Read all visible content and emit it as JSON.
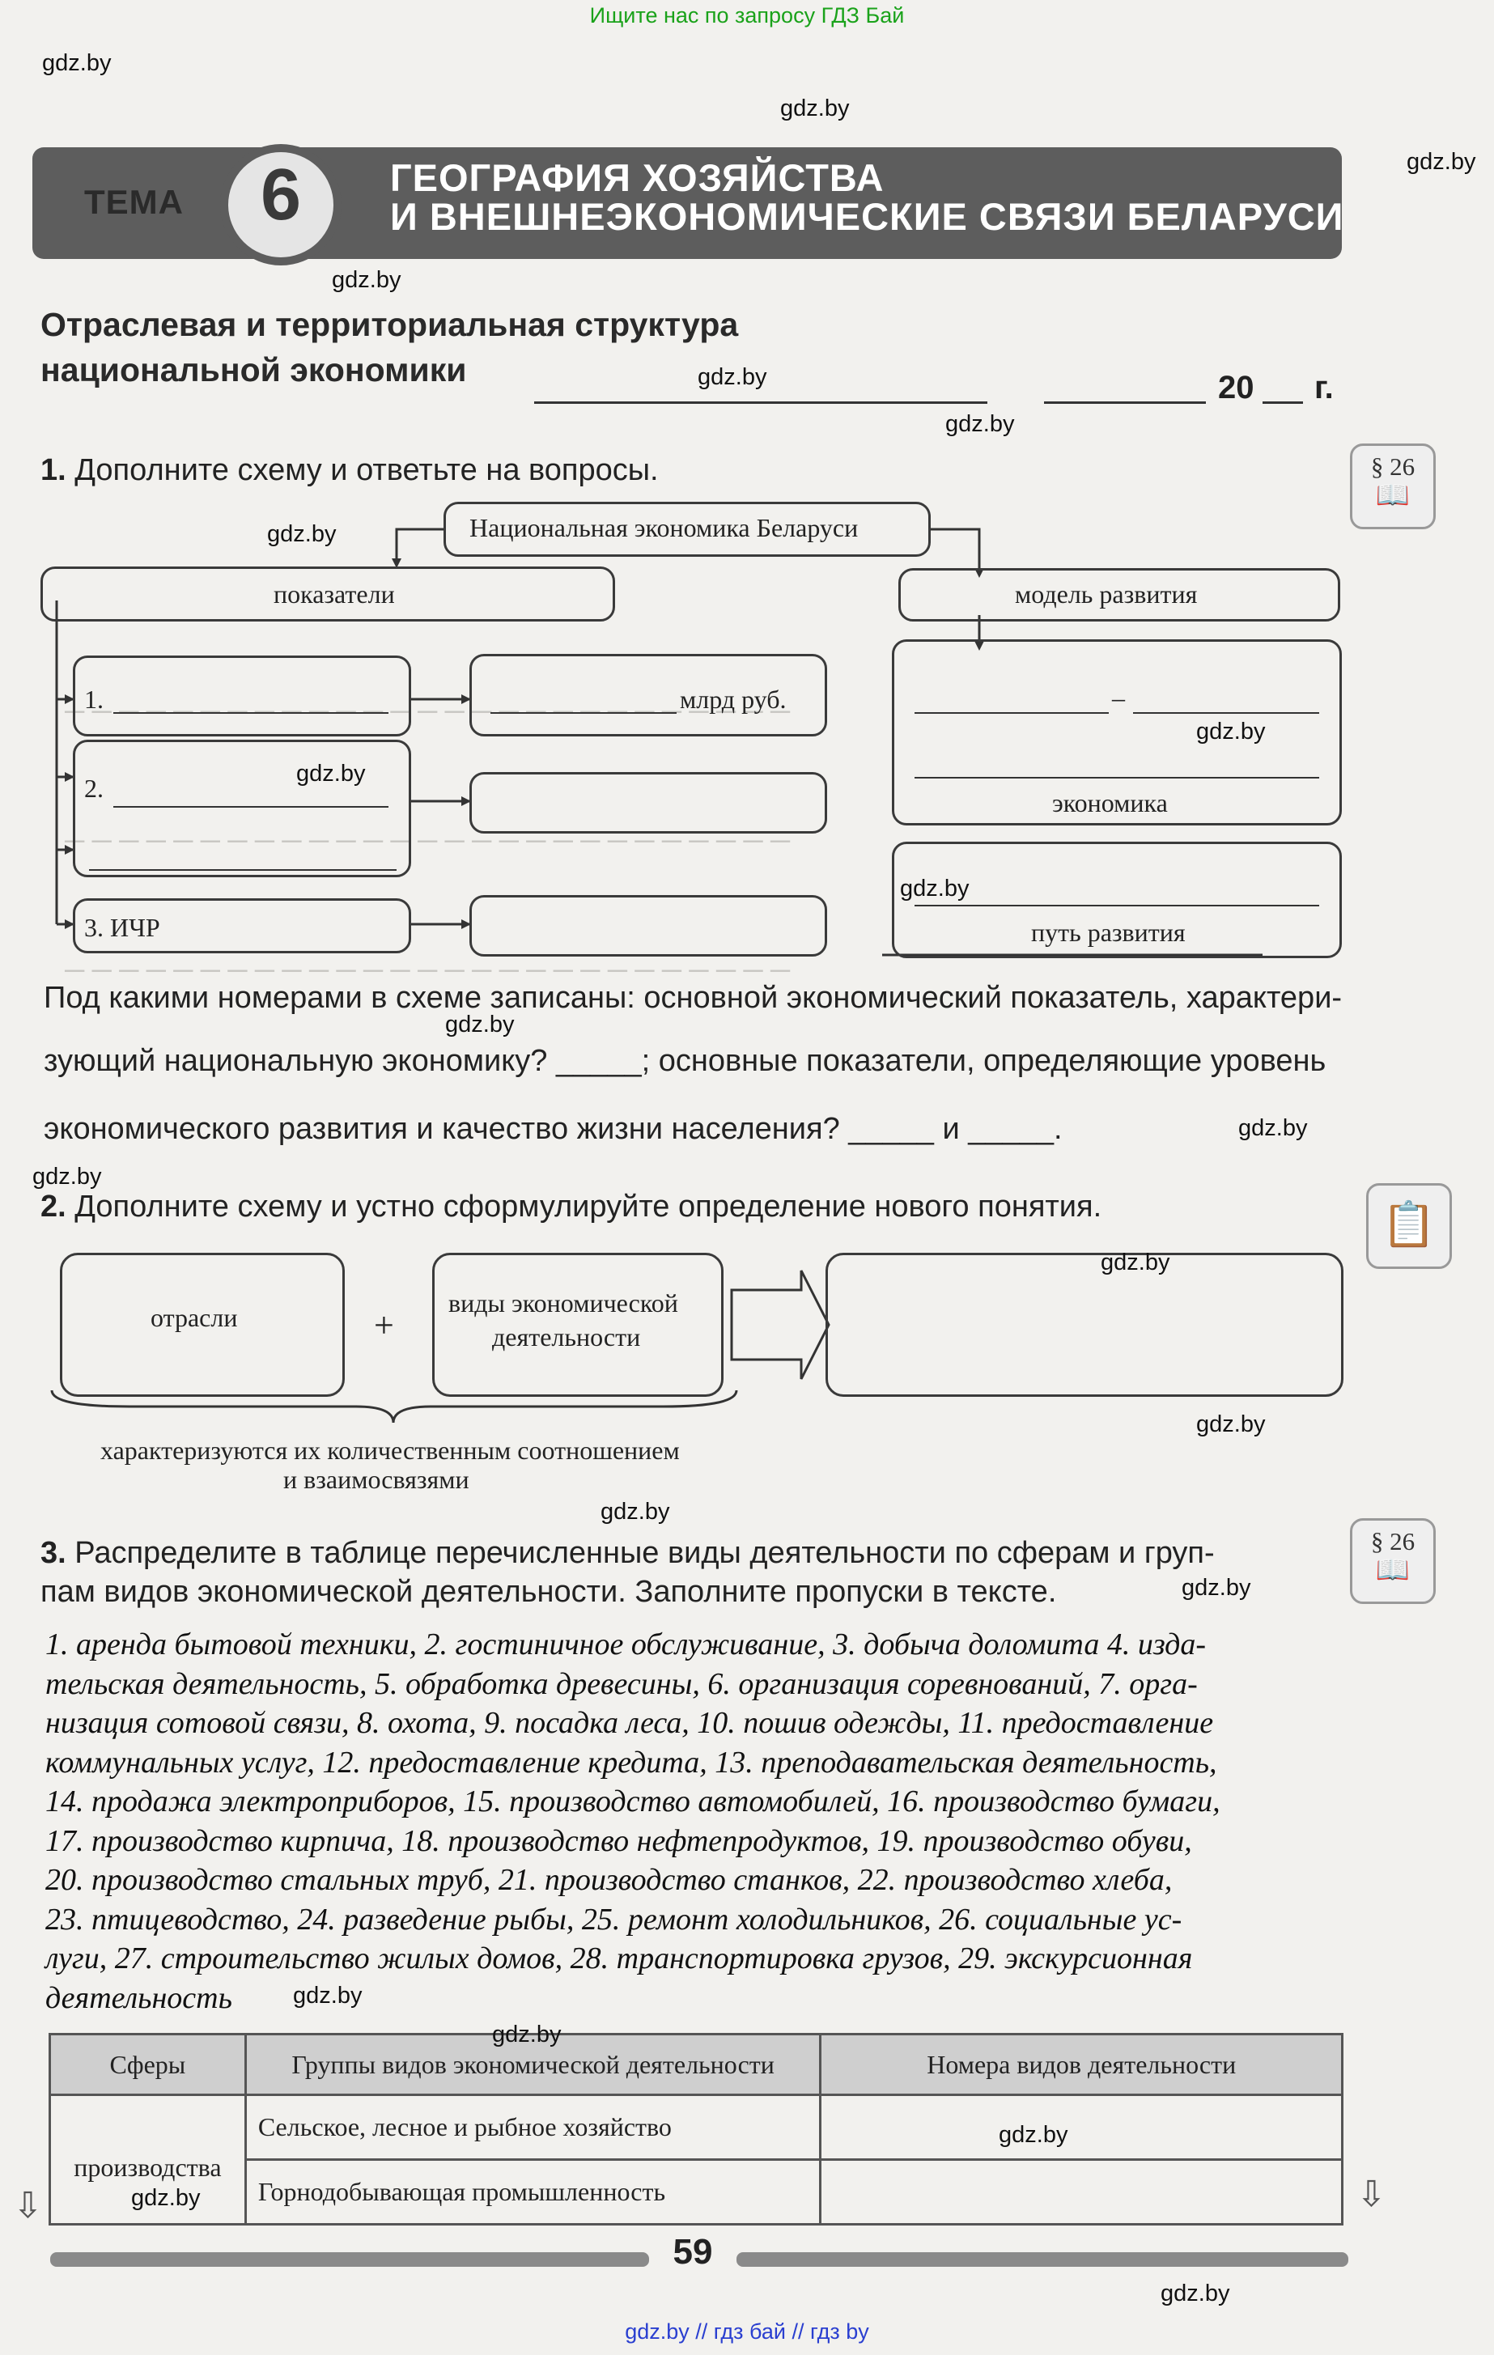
{
  "banners": {
    "top": "Ищите нас по запросу ГДЗ Бай",
    "bottom": "gdz.by  //  гдз бай  //  гдз by"
  },
  "watermark": "gdz.by",
  "header": {
    "tema_label": "ТЕМА",
    "tema_number": "6",
    "title_line1": "ГЕОГРАФИЯ ХОЗЯЙСТВА",
    "title_line2": "И ВНЕШНЕЭКОНОМИЧЕСКИЕ СВЯЗИ БЕЛАРУСИ"
  },
  "section": {
    "title_line1": "Отраслевая и территориальная структура",
    "title_line2": "национальной экономики",
    "date_prefix": "20",
    "date_suffix": "г."
  },
  "side_tags": {
    "paragraph_ref": "§ 26"
  },
  "task1": {
    "number": "1.",
    "text": "Дополните схему и ответьте на вопросы.",
    "scheme": {
      "root": "Национальная экономика Беларуси",
      "left_head": "показатели",
      "right_head": "модель развития",
      "item1_num": "1.",
      "item1_unit": "млрд руб.",
      "item2_num": "2.",
      "item3": "3. ИЧР",
      "right_box2": "экономика",
      "right_box3": "путь развития",
      "dash": "–"
    },
    "question_lines": [
      "Под какими номерами в схеме записаны: основной экономический показатель, характери-",
      "зующий национальную экономику? _____; основные показатели, определяющие уровень",
      "экономического развития и качество жизни населения? _____ и _____."
    ]
  },
  "task2": {
    "number": "2.",
    "text": "Дополните схему и устно сформулируйте определение нового понятия.",
    "box1": "отрасли",
    "plus": "+",
    "box2_line1": "виды экономической",
    "box2_line2": "деятельности",
    "brace_line1": "характеризуются их количественным соотношением",
    "brace_line2": "и взаимосвязями"
  },
  "task3": {
    "number": "3.",
    "text_line1": "Распределите в таблице перечисленные виды деятельности по сферам и груп-",
    "text_line2": "пам видов экономической деятельности. Заполните пропуски в тексте.",
    "list_lines": [
      "1. аренда бытовой техники, 2. гостиничное обслуживание, 3. добыча доломита 4. изда-",
      "тельская деятельность, 5. обработка древесины, 6. организация соревнований, 7. орга-",
      "низация сотовой связи, 8. охота, 9. посадка леса, 10. пошив одежды, 11. предоставление",
      "коммунальных услуг, 12. предоставление кредита, 13. преподавательская деятельность,",
      "14. продажа электроприборов, 15. производство автомобилей, 16. производство бумаги,",
      "17. производство кирпича, 18. производство нефтепродуктов, 19. производство обуви,",
      "20. производство стальных труб, 21. производство станков, 22. производство хлеба,",
      "23. птицеводство, 24. разведение рыбы, 25. ремонт холодильников, 26. социальные ус-",
      "луги, 27. строительство жилых домов, 28. транспортировка грузов, 29. экскурсионная",
      "деятельность"
    ],
    "table": {
      "headers": [
        "Сферы",
        "Группы видов экономической деятельности",
        "Номера видов деятельности"
      ],
      "sphere": "производства",
      "rows": [
        {
          "group": "Сельское, лесное и рыбное хозяйство",
          "numbers": ""
        },
        {
          "group": "Горнодобывающая промышленность",
          "numbers": ""
        }
      ]
    }
  },
  "footer": {
    "page_number": "59"
  }
}
